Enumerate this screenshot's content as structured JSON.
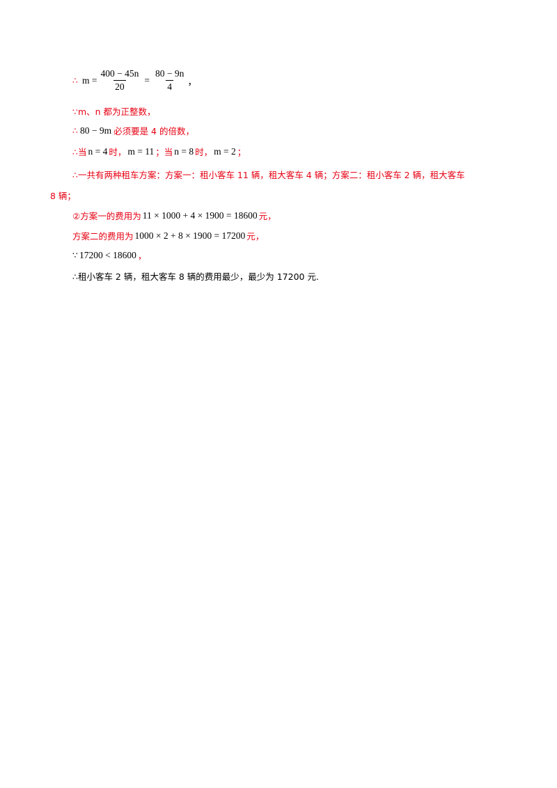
{
  "lines": {
    "l1": {
      "therefore": "∴",
      "m_eq": "m =",
      "frac1_num": "400 − 45n",
      "frac1_den": "20",
      "eq": "=",
      "frac2_num": "80 − 9n",
      "frac2_den": "4",
      "tail": "，"
    },
    "l2": {
      "text": "∵m、n 都为正整数，"
    },
    "l3": {
      "prefix": "∴",
      "math": "80 − 9m",
      "text": "必须要是 4 的倍数，"
    },
    "l4": {
      "prefix": "∴当",
      "m1": "n = 4",
      "t1": "时，",
      "m2": "m = 11",
      "t2": "；当",
      "m3": "n = 8",
      "t3": "时，",
      "m4": "m = 2",
      "t4": "；"
    },
    "l5": {
      "text": "∴一共有两种租车方案：方案一：租小客车 11 辆，租大客车 4 辆；方案二：租小客车 2 辆，租大客车"
    },
    "l6": {
      "text": "8 辆；"
    },
    "l7": {
      "prefix": "②方案一的费用为",
      "math": "11 × 1000 + 4 × 1900 = 18600",
      "suffix": "元，"
    },
    "l8": {
      "prefix": "方案二的费用为",
      "math": "1000 × 2 + 8 × 1900 = 17200",
      "suffix": "元，"
    },
    "l9": {
      "prefix": "∵",
      "math": "17200 < 18600",
      "suffix": "，"
    },
    "l10": {
      "text": "∴租小客车 2 辆，租大客车 8 辆的费用最少，最少为 17200 元."
    }
  }
}
